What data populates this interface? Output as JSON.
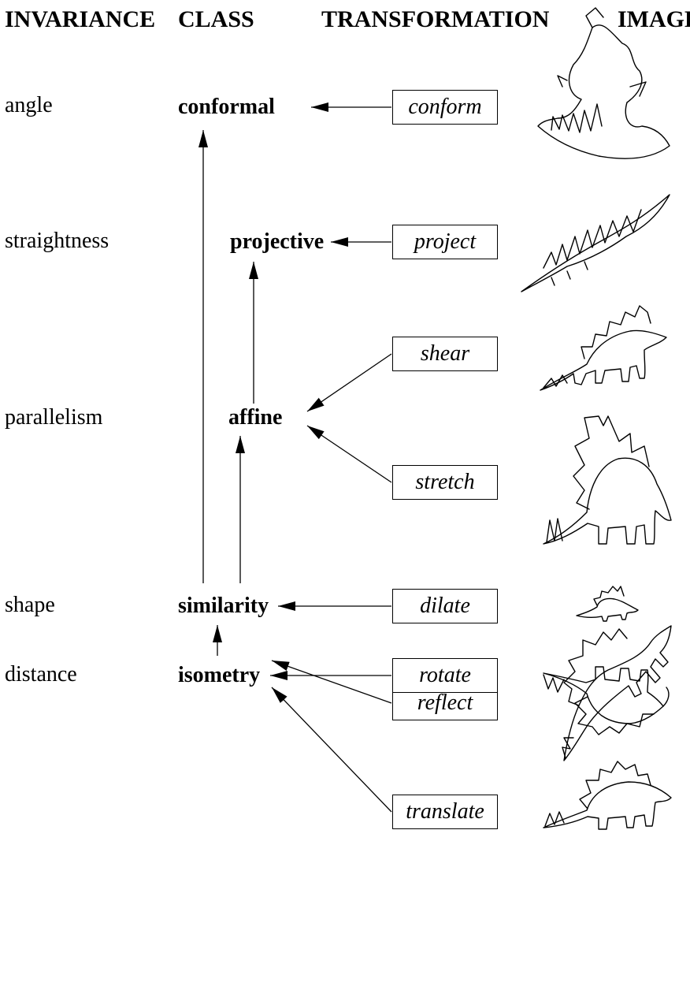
{
  "headers": {
    "invariance": "INVARIANCE",
    "class": "CLASS",
    "transformation": "TRANSFORMATION",
    "image": "IMAGE"
  },
  "invariances": [
    "angle",
    "straightness",
    "parallelism",
    "shape",
    "distance"
  ],
  "classes": {
    "conformal": "conformal",
    "projective": "projective",
    "affine": "affine",
    "similarity": "similarity",
    "isometry": "isometry"
  },
  "transformations": [
    "conform",
    "project",
    "shear",
    "stretch",
    "dilate",
    "reflect",
    "rotate",
    "translate"
  ],
  "image_icons": [
    "stegosaurus-conformal-icon",
    "stegosaurus-projected-icon",
    "stegosaurus-sheared-icon",
    "stegosaurus-stretched-icon",
    "stegosaurus-dilated-icon",
    "stegosaurus-reflected-icon",
    "stegosaurus-rotated-icon",
    "stegosaurus-translated-icon"
  ]
}
